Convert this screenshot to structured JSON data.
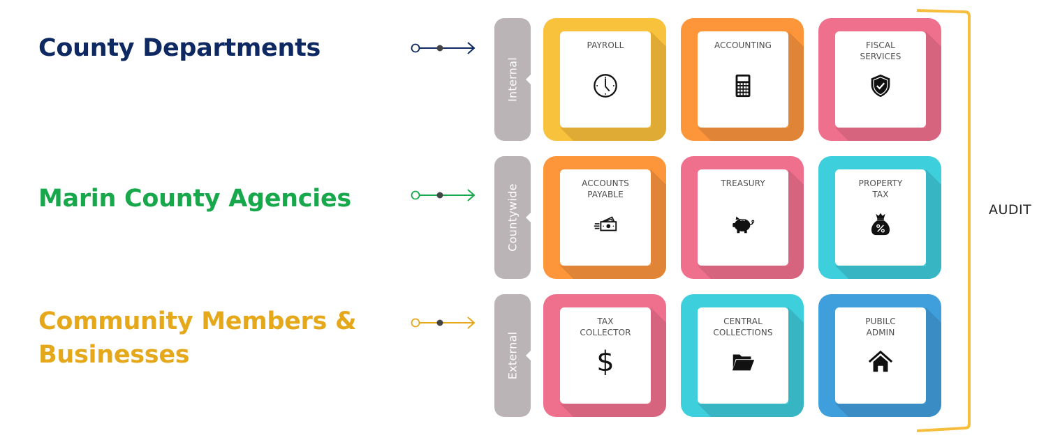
{
  "groups": [
    {
      "label": "County Departments",
      "color": "#0E2862"
    },
    {
      "label": "Marin County Agencies",
      "color": "#18A84C"
    },
    {
      "label": "Community Members &\nBusinesses",
      "color": "#E4A81A"
    }
  ],
  "connector": {
    "dot_color": "#444444",
    "icon": "open-circle-dot-arrow"
  },
  "tabs": [
    {
      "label": "Internal"
    },
    {
      "label": "Countywide"
    },
    {
      "label": "External"
    }
  ],
  "tiles": [
    {
      "label": "PAYROLL",
      "icon": "clock-icon",
      "color": "#F9C23C",
      "shadow": "#DFAB35"
    },
    {
      "label": "ACCOUNTING",
      "icon": "calculator-icon",
      "color": "#FD963A",
      "shadow": "#E08537"
    },
    {
      "label": "FISCAL\nSERVICES",
      "icon": "shield-check-icon",
      "color": "#EF708D",
      "shadow": "#D6647E"
    },
    {
      "label": "ACCOUNTS\nPAYABLE",
      "icon": "cash-icon",
      "color": "#FD963A",
      "shadow": "#E08537"
    },
    {
      "label": "TREASURY",
      "icon": "piggy-bank-icon",
      "color": "#EF708D",
      "shadow": "#D6647E"
    },
    {
      "label": "PROPERTY\nTAX",
      "icon": "money-bag-percent-icon",
      "color": "#3ECFDD",
      "shadow": "#38B5C2"
    },
    {
      "label": "TAX\nCOLLECTOR",
      "icon": "dollar-icon",
      "icon_text": "$",
      "color": "#EF708D",
      "shadow": "#D6647E"
    },
    {
      "label": "CENTRAL\nCOLLECTIONS",
      "icon": "folder-open-icon",
      "color": "#3ECFDD",
      "shadow": "#38B5C2"
    },
    {
      "label": "PUBILC\nADMIN",
      "icon": "home-icon",
      "color": "#3F9FDD",
      "shadow": "#3A8CC5"
    }
  ],
  "tab_color": "#BBB4B6",
  "bracket": {
    "label": "AUDIT",
    "color": "#F6BE3C"
  }
}
